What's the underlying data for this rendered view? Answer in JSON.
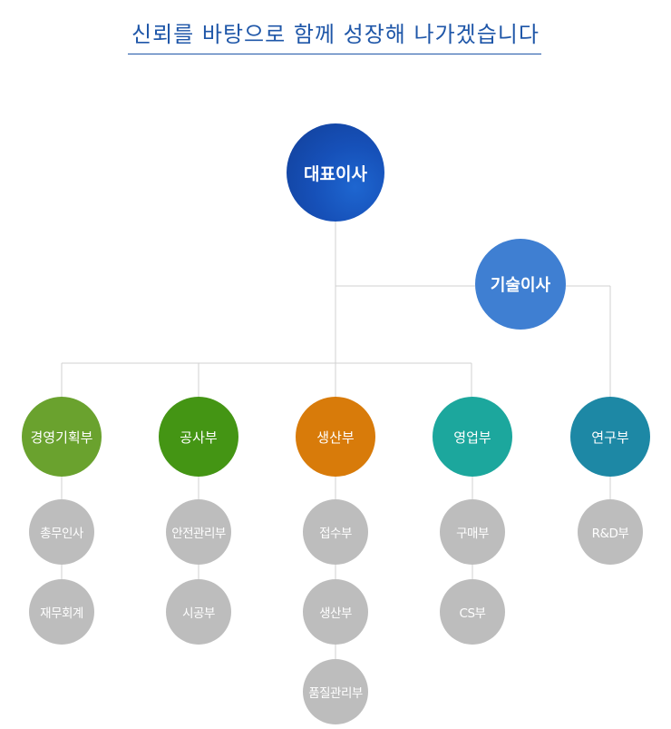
{
  "title": "신뢰를 바탕으로 함께 성장해 나가겠습니다",
  "ceo": "대표이사",
  "cto": "기술이사",
  "departments": [
    {
      "name": "경영기획부",
      "color": "#6aa22e",
      "teams": [
        "총무인사",
        "재무회계"
      ]
    },
    {
      "name": "공사부",
      "color": "#449514",
      "teams": [
        "안전관리부",
        "시공부"
      ]
    },
    {
      "name": "생산부",
      "color": "#d87b0a",
      "teams": [
        "접수부",
        "생산부",
        "품질관리부"
      ]
    },
    {
      "name": "영업부",
      "color": "#1ca79d",
      "teams": [
        "구매부",
        "CS부"
      ]
    },
    {
      "name": "연구부",
      "color": "#1d88a5",
      "teams": [
        "R&D부"
      ]
    }
  ]
}
